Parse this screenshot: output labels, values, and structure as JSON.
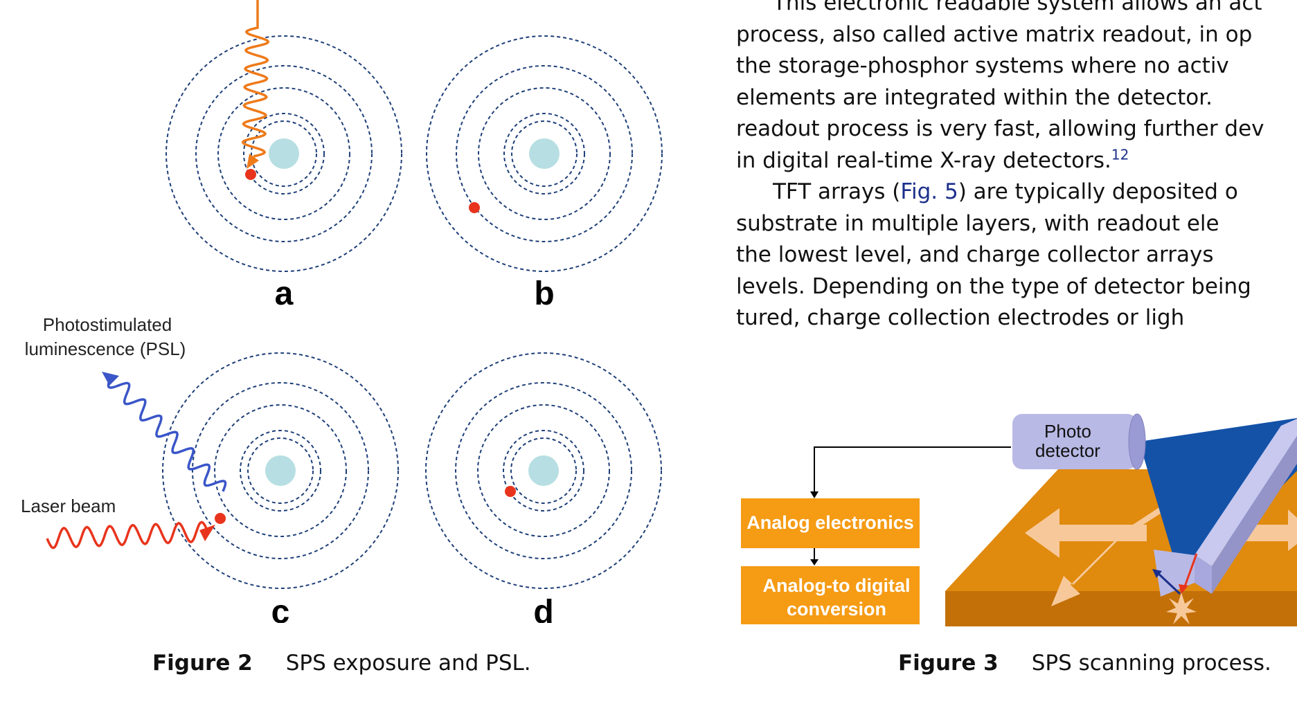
{
  "figure2": {
    "panels": [
      "a",
      "b",
      "c",
      "d"
    ],
    "label_psl_line1": "Photostimulated",
    "label_psl_line2": "luminescence (PSL)",
    "label_laser": "Laser beam",
    "caption_num": "Figure 2",
    "caption_text": "SPS exposure and PSL.",
    "colors": {
      "orbit": "#1e3f78",
      "nucleus": "#b7dfe3",
      "electron": "#e8341c",
      "xray": "#ee7a1a",
      "psl": "#3a56c8",
      "laser": "#e8341c"
    }
  },
  "text": {
    "lines": [
      {
        "parts": [
          {
            "t": "This electronic readable system allows an act"
          }
        ]
      },
      {
        "parts": [
          {
            "t": "process, also called active matrix readout, in op"
          }
        ]
      },
      {
        "parts": [
          {
            "t": "the  storage-phosphor  systems  where  no  activ"
          }
        ]
      },
      {
        "parts": [
          {
            "t": "elements  are  integrated  within  the  detector. "
          }
        ]
      },
      {
        "parts": [
          {
            "t": "readout process is very fast, allowing further dev"
          }
        ]
      },
      {
        "parts": [
          {
            "t": "in digital real-time X-ray detectors."
          }
        ],
        "sup": "12"
      },
      {
        "parts": [
          {
            "t": "TFT arrays ("
          },
          {
            "t": "Fig. 5",
            "ref": true
          },
          {
            "t": ") are typically deposited o"
          }
        ]
      },
      {
        "parts": [
          {
            "t": "substrate  in  multiple  layers,  with  readout  ele"
          }
        ]
      },
      {
        "parts": [
          {
            "t": "the  lowest  level,  and  charge  collector  arrays"
          }
        ]
      },
      {
        "parts": [
          {
            "t": "levels. Depending on the type of detector being"
          }
        ]
      },
      {
        "parts": [
          {
            "t": "tured,   charge   collection   electrodes   or   ligh"
          }
        ]
      }
    ]
  },
  "figure3": {
    "photo_detector_line1": "Photo",
    "photo_detector_line2": "detector",
    "box1": "Analog electronics",
    "box2_line1": "Analog-to digital",
    "box2_line2": "conversion",
    "caption_num": "Figure 3",
    "caption_text": "SPS scanning process.",
    "colors": {
      "box": "#f59b14",
      "plate_top": "#e08a0e",
      "plate_front": "#c37009",
      "beam": "#1452a8",
      "rod": "#b9b9e6",
      "arrow": "#f7c99a"
    }
  }
}
